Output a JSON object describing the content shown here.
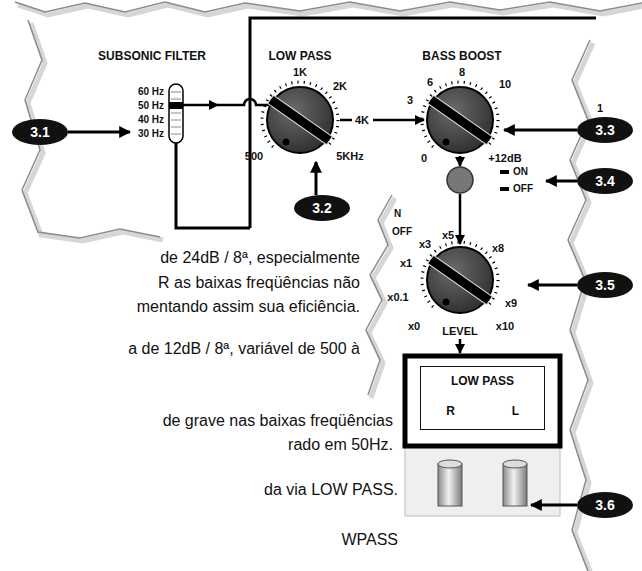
{
  "diagram": {
    "nodes": [
      {
        "text": [
          "3.1"
        ]
      },
      {
        "text": [
          "3.2"
        ]
      },
      {
        "text": [
          "3.3"
        ]
      },
      {
        "text": [
          "3.4"
        ]
      },
      {
        "text": [
          "3.5"
        ]
      },
      {
        "text": [
          "LOW PASS",
          "R",
          "L"
        ]
      },
      {
        "text": [
          "3.6"
        ]
      }
    ],
    "labels": [
      "SUBSONIC FILTER",
      "60 Hz",
      "50 Hz",
      "40 Hz",
      "30 Hz",
      "LOW PASS",
      "1K",
      "2K",
      "4K",
      "500",
      "5KHz",
      "BASS BOOST",
      "6",
      "8",
      "3",
      "10",
      "0",
      "+12dB",
      "1",
      "ON",
      "OFF",
      "N",
      "OFF",
      "x5",
      "x3",
      "x8",
      "x1",
      "x0.1",
      "x9",
      "x0",
      "x10",
      "LEVEL",
      "de 24dB / 8ª, especialmente",
      "R as baixas freqüências não",
      "mentando assim sua eficiência.",
      "a de 12dB / 8ª, variável de 500 à",
      "de grave nas baixas freqüências",
      "rado em 50Hz.",
      "da via LOW PASS.",
      "WPASS"
    ]
  }
}
